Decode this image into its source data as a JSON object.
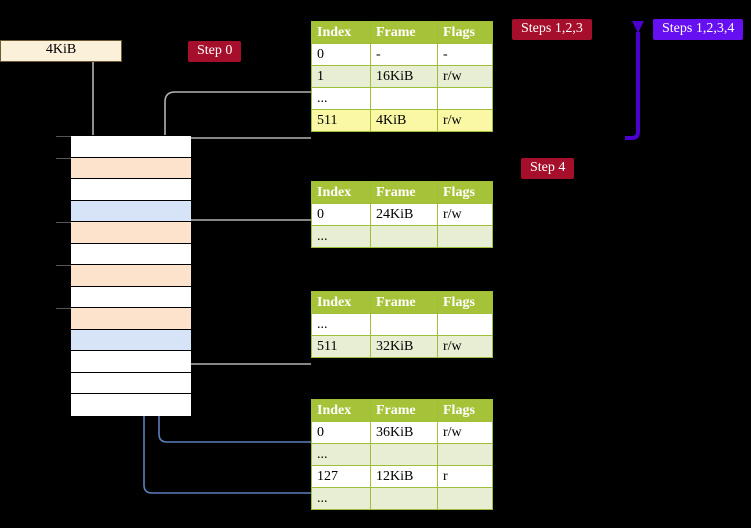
{
  "diagram": {
    "title_hidden": "",
    "frame_label": {
      "text": "4KiB"
    },
    "badges": [
      {
        "id": "step0",
        "text": "Step 0",
        "color": "#a60f2b",
        "style": "red"
      },
      {
        "id": "steps123",
        "text": "Steps 1,2,3",
        "color": "#a60f2b",
        "style": "red"
      },
      {
        "id": "steps1234",
        "text": "Steps 1,2,3,4",
        "color": "#6610f2",
        "style": "purple"
      },
      {
        "id": "step4",
        "text": "Step 4",
        "color": "#a60f2b",
        "style": "red"
      }
    ],
    "columns": [
      "Index",
      "Frame",
      "Flags"
    ],
    "tables": [
      {
        "id": "pml4",
        "rows": [
          {
            "index": "0",
            "frame": "-",
            "flags": "-",
            "style": "plain"
          },
          {
            "index": "1",
            "frame": "16KiB",
            "flags": "r/w",
            "style": "alt"
          },
          {
            "index": "...",
            "frame": "",
            "flags": "",
            "style": "plain"
          },
          {
            "index": "511",
            "frame": "4KiB",
            "flags": "r/w",
            "style": "highlight"
          }
        ]
      },
      {
        "id": "pdpt",
        "rows": [
          {
            "index": "0",
            "frame": "24KiB",
            "flags": "r/w",
            "style": "plain"
          },
          {
            "index": "...",
            "frame": "",
            "flags": "",
            "style": "alt"
          }
        ]
      },
      {
        "id": "pd",
        "rows": [
          {
            "index": "...",
            "frame": "",
            "flags": "",
            "style": "plain"
          },
          {
            "index": "511",
            "frame": "32KiB",
            "flags": "r/w",
            "style": "alt"
          }
        ]
      },
      {
        "id": "pt",
        "rows": [
          {
            "index": "0",
            "frame": "36KiB",
            "flags": "r/w",
            "style": "plain"
          },
          {
            "index": "...",
            "frame": "",
            "flags": "",
            "style": "alt"
          },
          {
            "index": "127",
            "frame": "12KiB",
            "flags": "r",
            "style": "plain"
          },
          {
            "index": "...",
            "frame": "",
            "flags": "",
            "style": "alt"
          }
        ]
      }
    ],
    "memory_column": {
      "colors": {
        "white": "#ffffff",
        "peach": "#fde2cc",
        "blue": "#d7e4f7"
      },
      "rows": [
        {
          "fill": "white",
          "tick": true
        },
        {
          "fill": "peach",
          "tick": true
        },
        {
          "fill": "white",
          "tick": false
        },
        {
          "fill": "blue",
          "tick": false
        },
        {
          "fill": "peach",
          "tick": true
        },
        {
          "fill": "white",
          "tick": false
        },
        {
          "fill": "peach",
          "tick": true
        },
        {
          "fill": "white",
          "tick": false
        },
        {
          "fill": "peach",
          "tick": true
        },
        {
          "fill": "blue",
          "tick": false
        },
        {
          "fill": "white",
          "tick": false
        },
        {
          "fill": "white",
          "tick": false
        },
        {
          "fill": "white",
          "tick": false
        }
      ]
    }
  }
}
